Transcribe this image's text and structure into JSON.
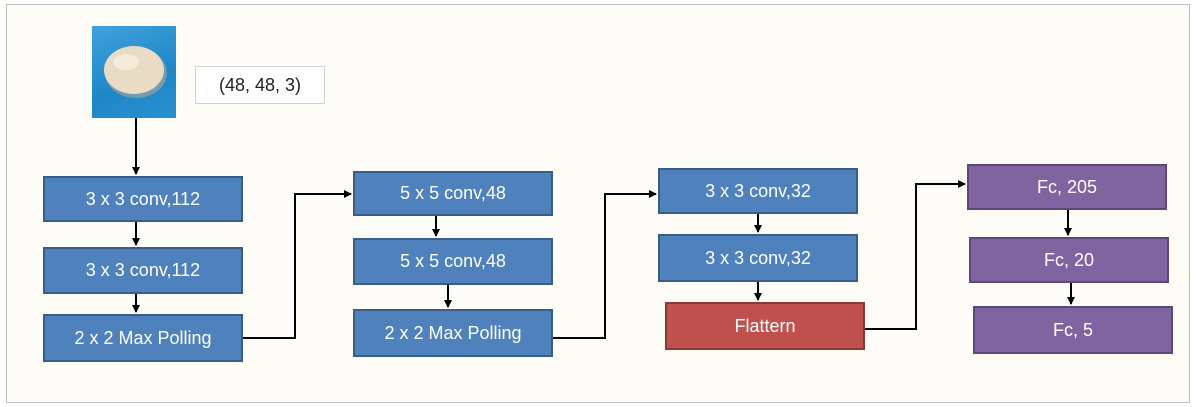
{
  "input": {
    "image": "egg-photo",
    "shape_label": "(48, 48, 3)"
  },
  "columns": [
    {
      "id": "block1",
      "layers": [
        "3 x 3 conv,112",
        "3 x 3 conv,112",
        "2 x 2 Max Polling"
      ]
    },
    {
      "id": "block2",
      "layers": [
        "5 x 5 conv,48",
        "5 x 5 conv,48",
        "2 x 2 Max Polling"
      ]
    },
    {
      "id": "block3",
      "layers": [
        "3 x 3 conv,32",
        "3 x 3 conv,32",
        "Flattern"
      ]
    },
    {
      "id": "block4",
      "layers": [
        "Fc, 205",
        "Fc, 20",
        "Fc, 5"
      ]
    }
  ],
  "colors": {
    "conv": "#4f81bd",
    "flatten": "#c0504d",
    "dense": "#8064a2",
    "arrow": "#000000"
  }
}
